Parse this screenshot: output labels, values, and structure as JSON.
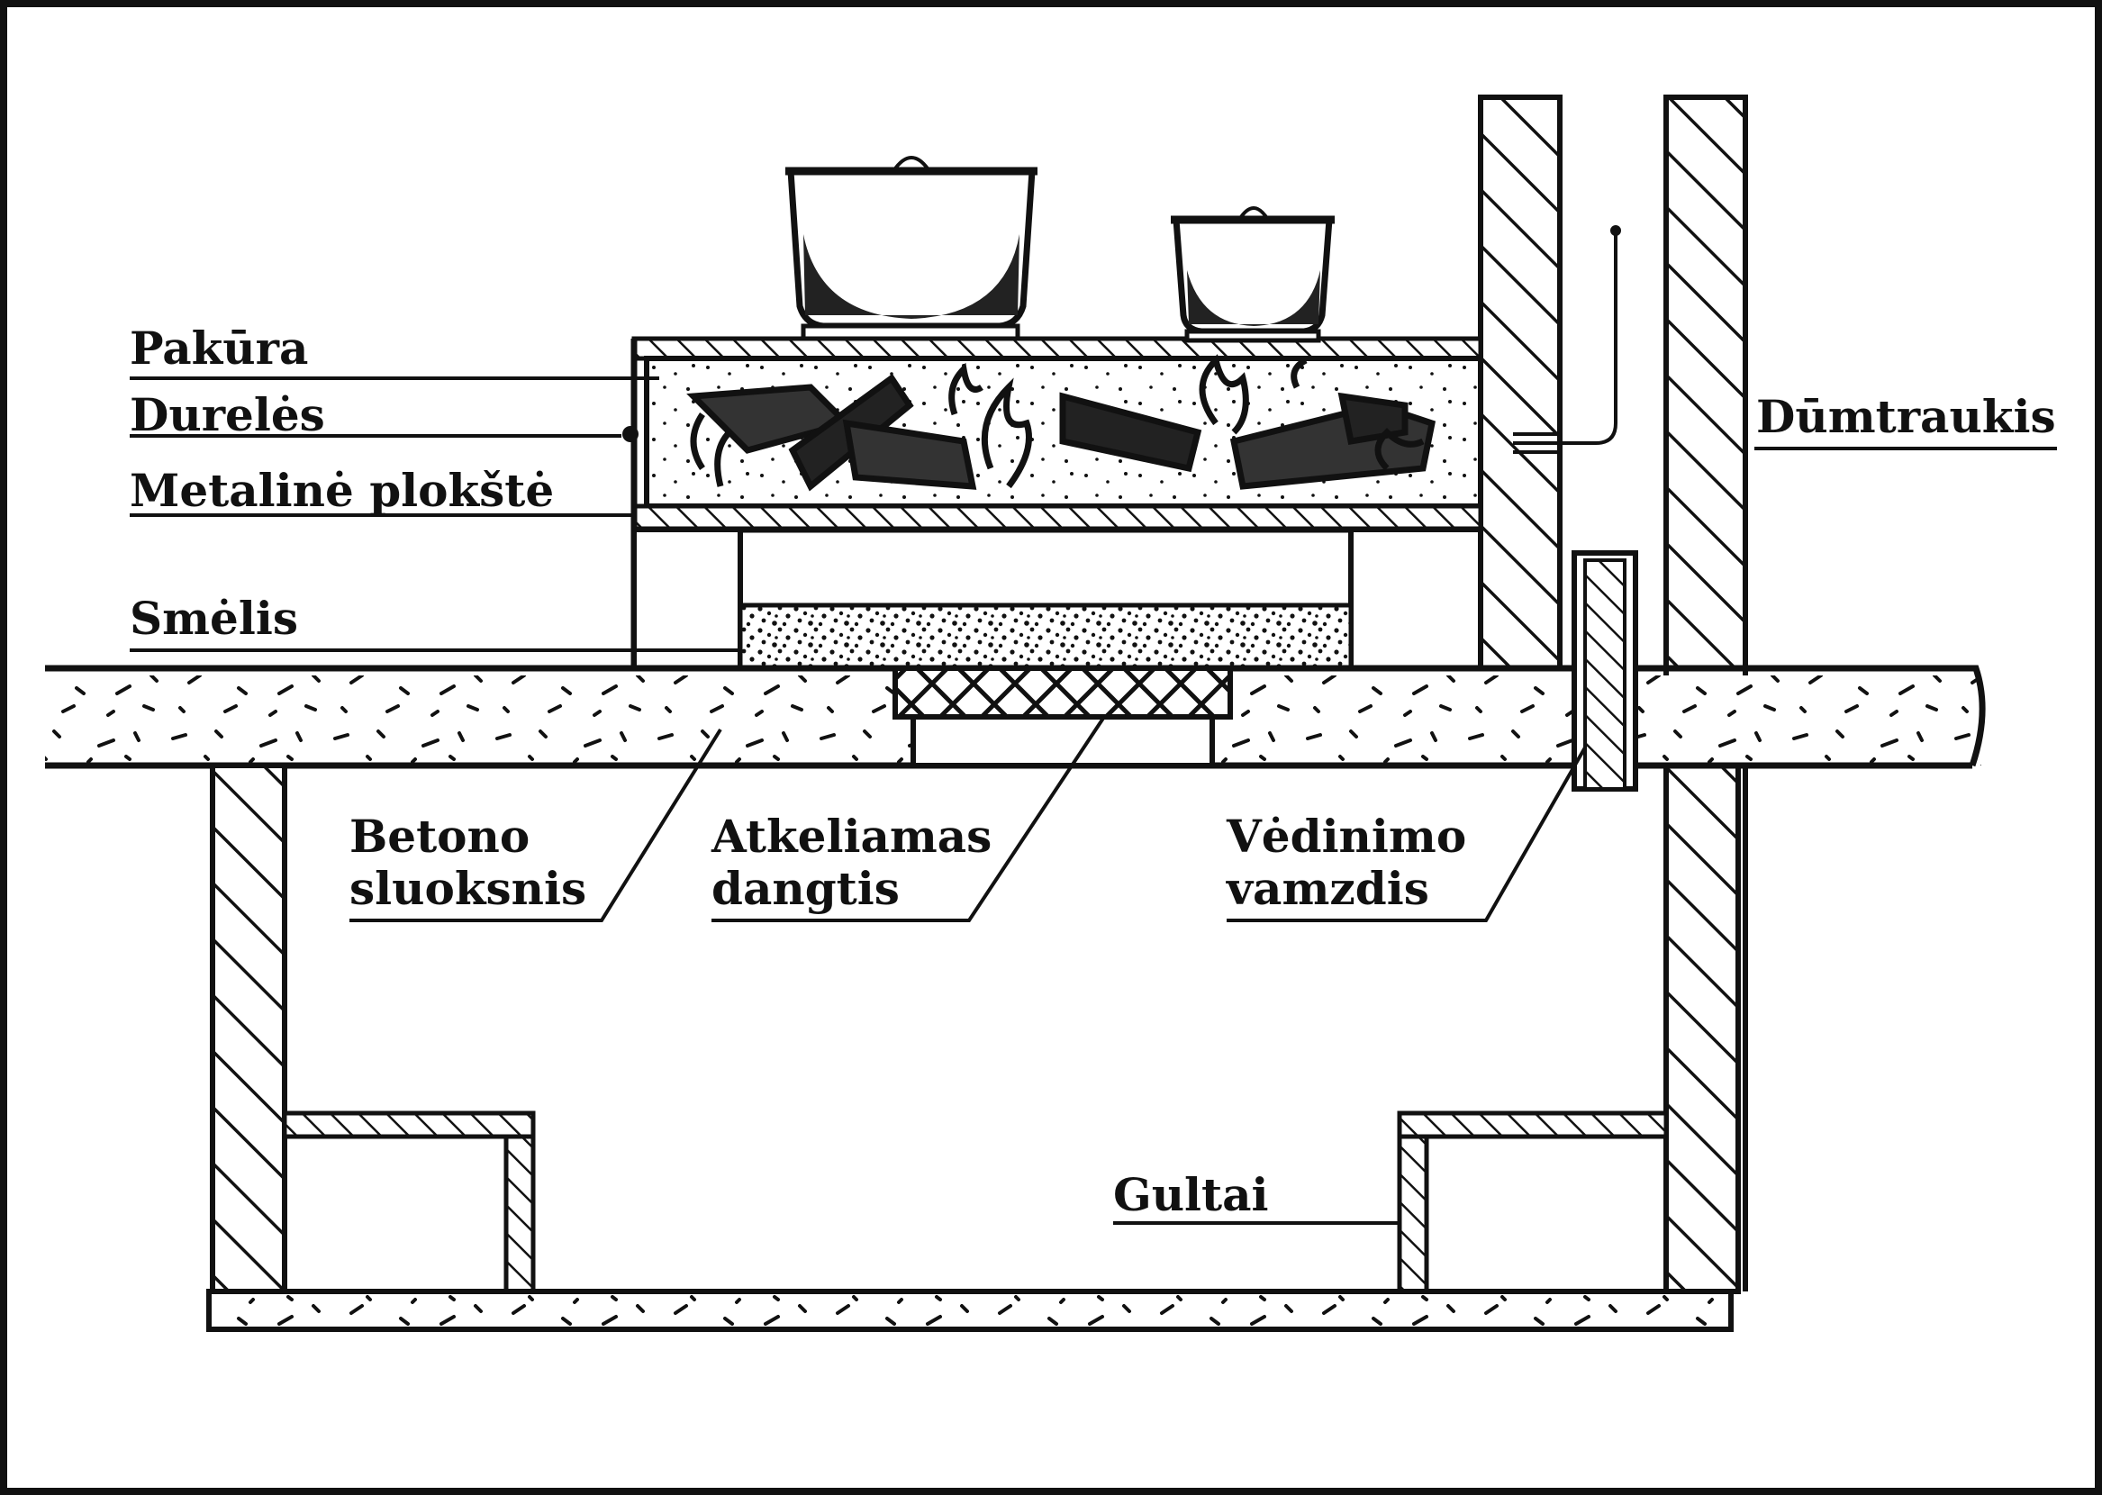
{
  "labels": {
    "pakura": "Pakūra",
    "dureles": "Durelės",
    "metaline_plokste": "Metalinė plokštė",
    "smelis": "Smėlis",
    "dumtraukis": "Dūmtraukis",
    "betono_1": "Betono",
    "betono_2": "sluoksnis",
    "atkeliamas_1": "Atkeliamas",
    "atkeliamas_2": "dangtis",
    "vedinimo_1": "Vėdinimo",
    "vedinimo_2": "vamzdis",
    "gultai": "Gultai"
  },
  "colors": {
    "ink": "#111111",
    "paper": "#ffffff"
  }
}
